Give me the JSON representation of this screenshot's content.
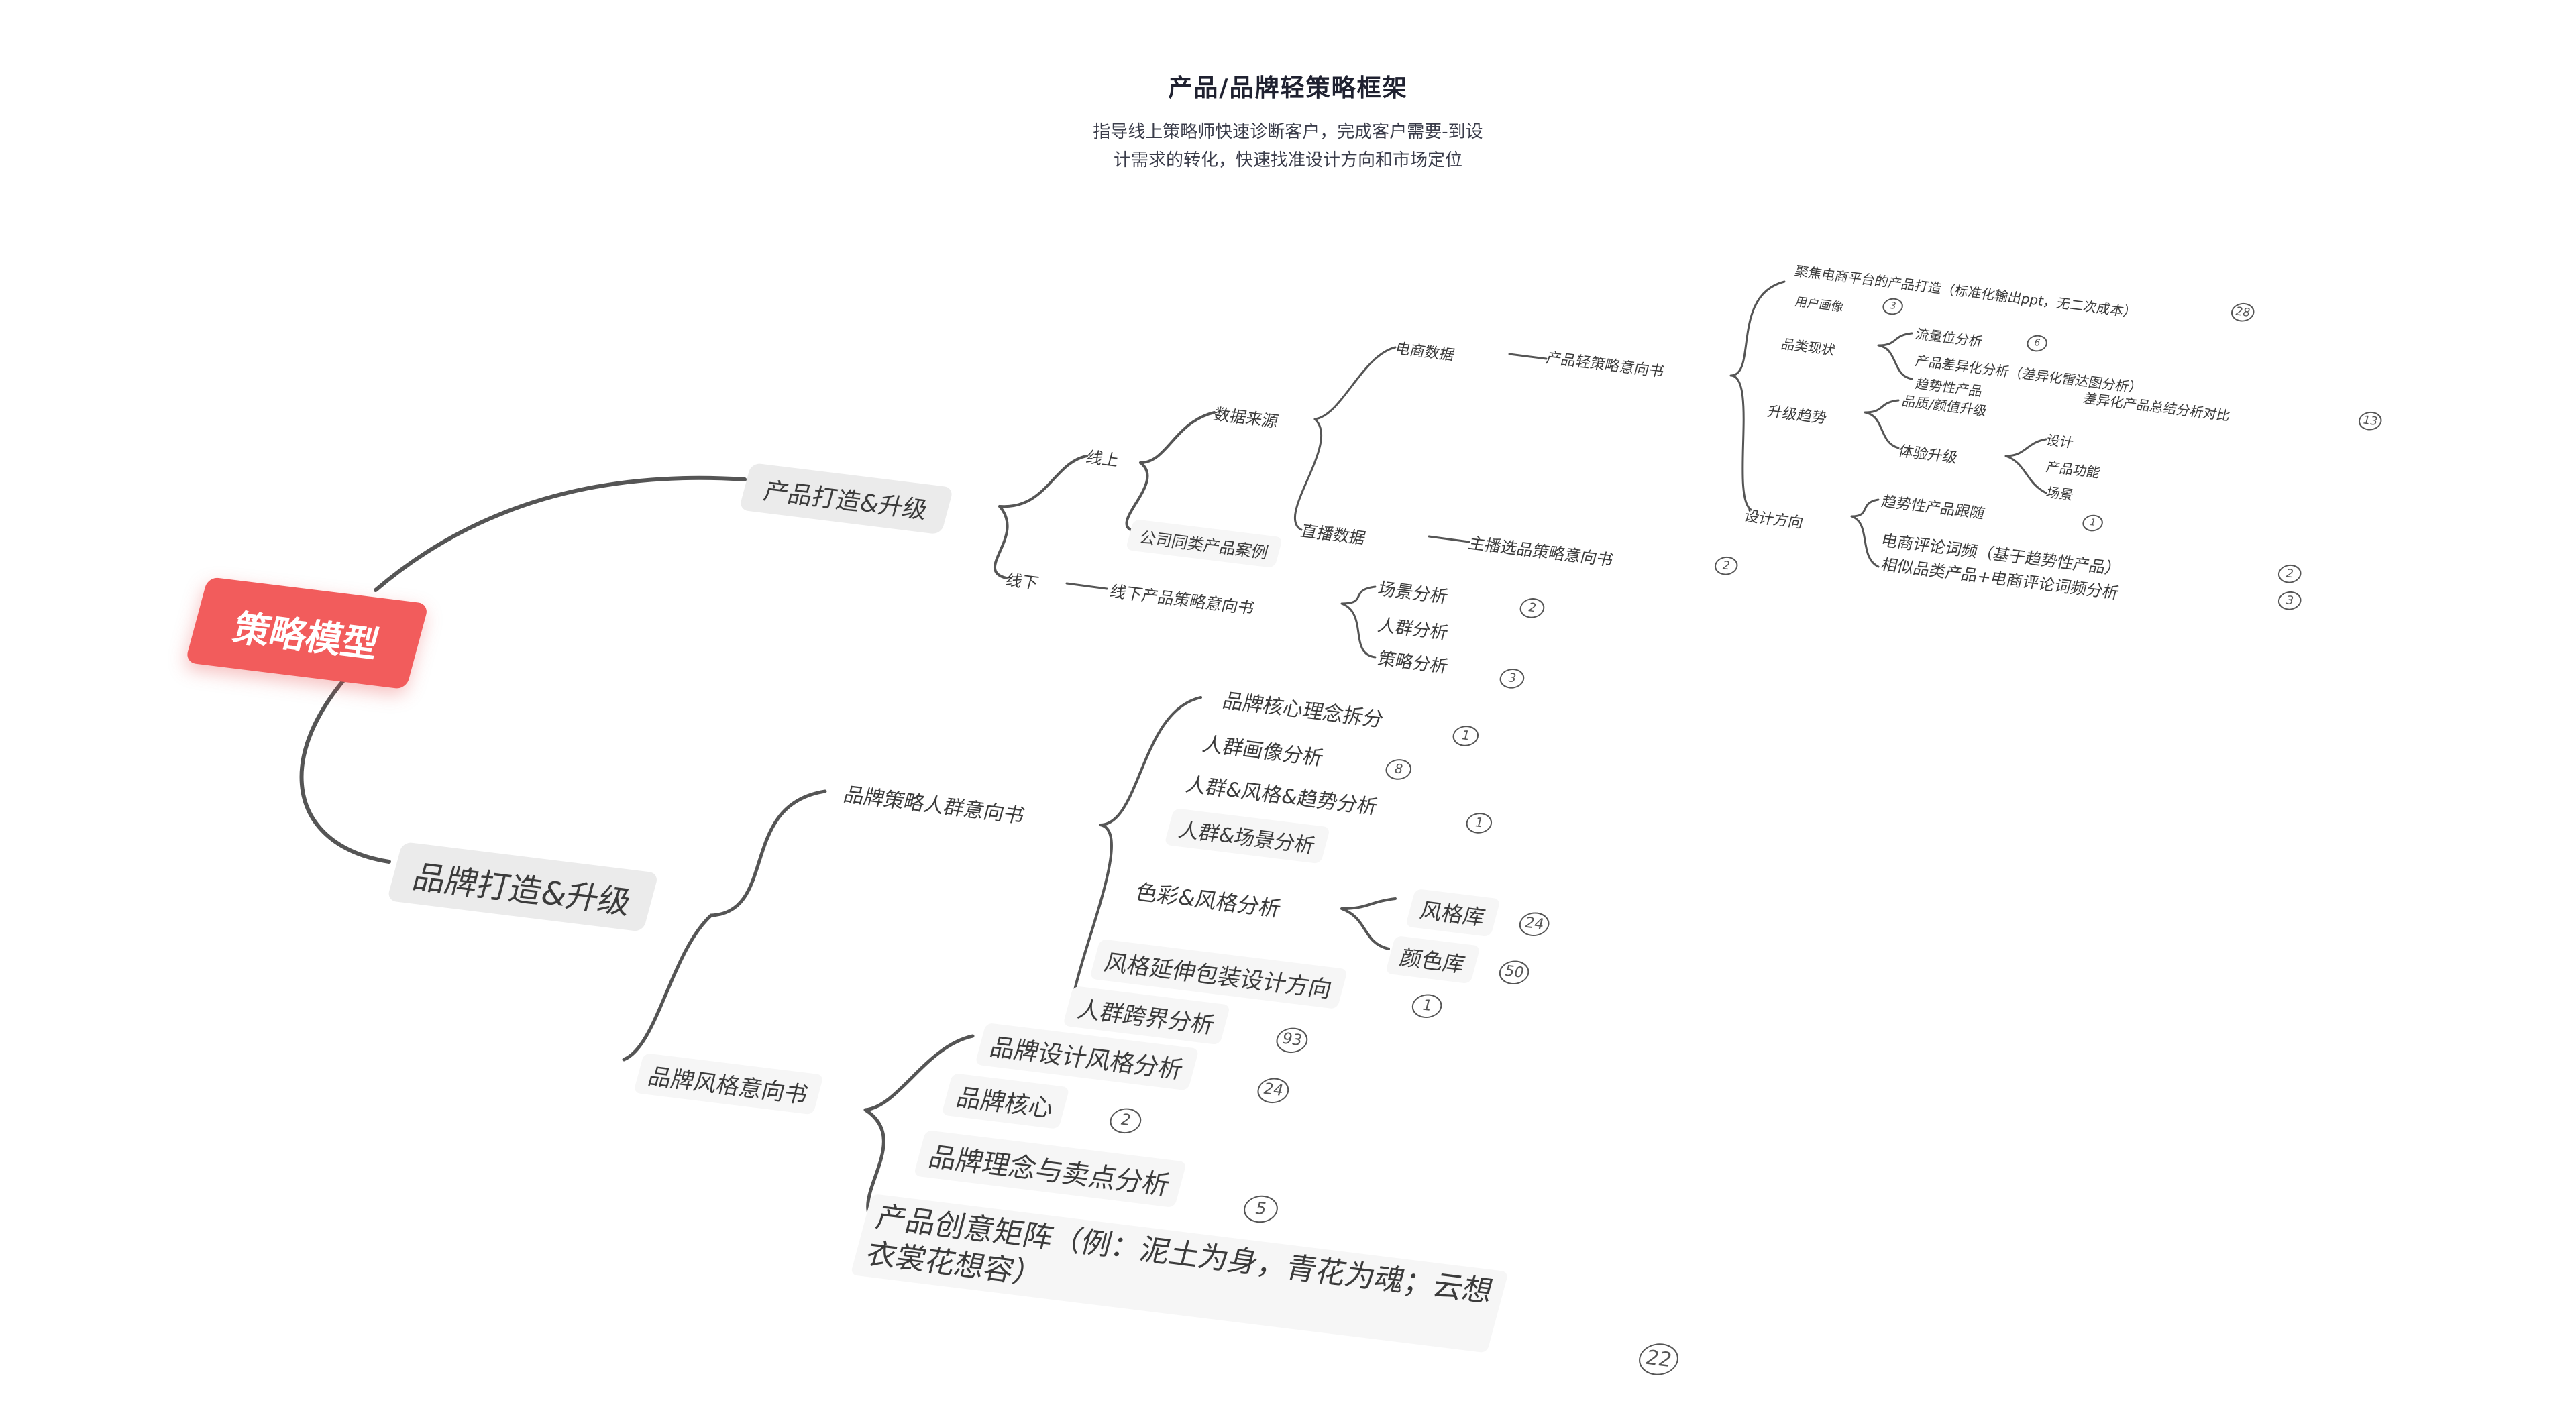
{
  "page": {
    "title": "产品/品牌轻策略框架",
    "subtitle_line1": "指导线上策略师快速诊断客户，完成客户需要-到设",
    "subtitle_line2": "计需求的转化，快速找准设计方向和市场定位"
  },
  "colors": {
    "root": "#f25c5c",
    "line": "#555555",
    "pill": "#ebebeb",
    "text": "#3b3b3b"
  },
  "nodes": {
    "root": "策略模型",
    "product": "产品打造&升级",
    "online": "线上",
    "data_source": "数据来源",
    "ecommerce_data": "电商数据",
    "product_strategy_book": "产品轻策略意向书",
    "focus_ecommerce": "聚焦电商平台的产品打造（标准化输出ppt，无二次成本）",
    "user_portrait": "用户画像",
    "category_status": "品类现状",
    "traffic_analysis": "流量位分析",
    "diff_analysis": "产品差异化分析（差异化雷达图分析）",
    "trend_product": "趋势性产品",
    "diff_summary": "差异化产品总结分析对比",
    "upgrade_trend": "升级趋势",
    "quality_upgrade": "品质/颜值升级",
    "experience_upgrade": "体验升级",
    "design": "设计",
    "product_function": "产品功能",
    "scene": "场景",
    "design_direction": "设计方向",
    "trend_follow": "趋势性产品跟随",
    "ecommerce_review": "电商评论词频（基于趋势性产品）",
    "similar_category": "相似品类产品+电商评论词频分析",
    "live_data": "直播数据",
    "live_strategy_book": "主播选品策略意向书",
    "company_cases": "公司同类产品案例",
    "offline": "线下",
    "offline_strategy_book": "线下产品策略意向书",
    "scene_analysis": "场景分析",
    "crowd_analysis": "人群分析",
    "strategy_analysis": "策略分析",
    "brand": "品牌打造&升级",
    "brand_crowd_book": "品牌策略人群意向书",
    "brand_core_concept": "品牌核心理念拆分",
    "crowd_portrait": "人群画像分析",
    "crowd_style_trend": "人群&风格&趋势分析",
    "crowd_scene": "人群&场景分析",
    "color_style": "色彩&风格分析",
    "style_library": "风格库",
    "color_library": "颜色库",
    "style_extension": "风格延伸包装设计方向",
    "crowd_crossover": "人群跨界分析",
    "brand_style_book": "品牌风格意向书",
    "brand_design_style": "品牌设计风格分析",
    "brand_core": "品牌核心",
    "brand_concept": "品牌理念与卖点分析",
    "creative_matrix_line1": "产品创意矩阵（例：泥土为身，青花为魂；云想",
    "creative_matrix_line2": "衣裳花想容）"
  },
  "badges": {
    "focus_ecommerce": "28",
    "user_portrait": "3",
    "traffic_analysis": "6",
    "diff_summary": "13",
    "trend_follow": "1",
    "ecommerce_review": "2",
    "similar_category": "3",
    "live_strategy_book": "2",
    "scene_analysis": "2",
    "strategy_analysis": "3",
    "brand_core_concept": "1",
    "crowd_portrait": "8",
    "crowd_style_trend": "1",
    "style_library": "24",
    "color_library": "50",
    "style_extension": "1",
    "crowd_crossover": "93",
    "brand_design_style": "24",
    "brand_core": "2",
    "brand_concept": "5",
    "creative_matrix": "22"
  }
}
